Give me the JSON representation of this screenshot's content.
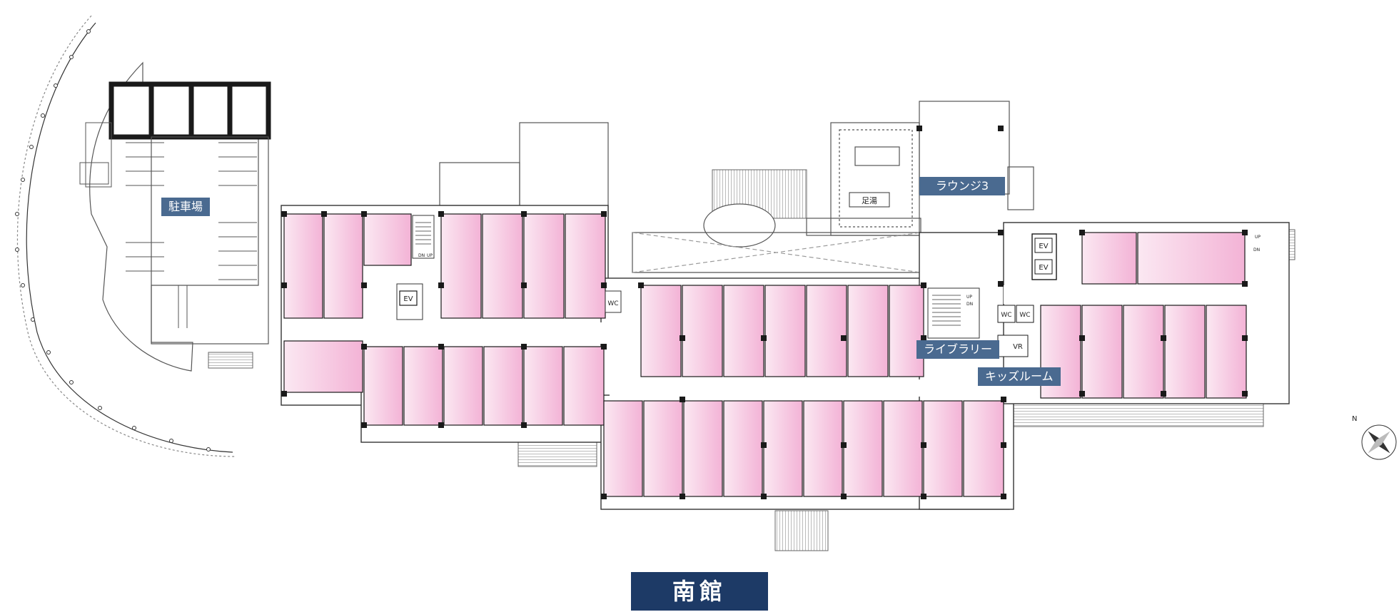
{
  "building_title": "南館",
  "labels": {
    "parking": "駐車場",
    "lounge": "ラウンジ3",
    "library": "ライブラリー",
    "kids_room": "キッズルーム",
    "footbath": "足湯",
    "vr": "VR",
    "ev": "EV",
    "wc": "WC",
    "up": "UP",
    "dn": "DN"
  },
  "colors": {
    "room_light": "#fbe6f1",
    "room_dark": "#f3b3d6",
    "label_bg": "#4a6a90",
    "title_bg": "#1d3a66",
    "wall": "#1a1a1a"
  },
  "compass": {
    "north_label": "N"
  }
}
